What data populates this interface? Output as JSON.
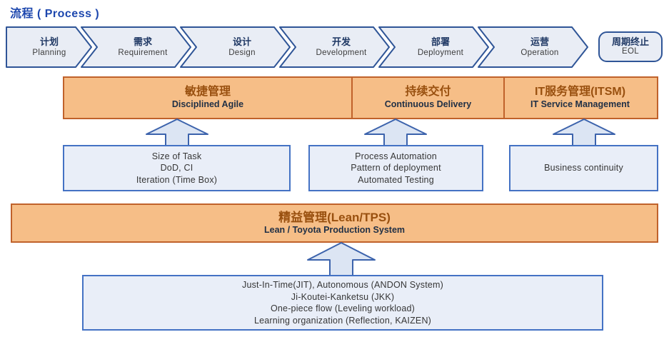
{
  "title": "流程 ( Process )",
  "flow": {
    "steps": [
      {
        "zh": "计划",
        "en": "Planning"
      },
      {
        "zh": "需求",
        "en": "Requirement"
      },
      {
        "zh": "设计",
        "en": "Design"
      },
      {
        "zh": "开发",
        "en": "Development"
      },
      {
        "zh": "部署",
        "en": "Deployment"
      },
      {
        "zh": "运营",
        "en": "Operation"
      }
    ],
    "eol": {
      "zh": "周期终止",
      "en": "EOL"
    }
  },
  "practice_band": {
    "sections": [
      {
        "zh": "敏捷管理",
        "en": "Disciplined Agile"
      },
      {
        "zh": "持续交付",
        "en": "Continuous Delivery"
      },
      {
        "zh": "IT服务管理(ITSM)",
        "en": "IT Service Management"
      }
    ]
  },
  "practice_boxes": [
    {
      "lines": [
        "Size of Task",
        "DoD, CI",
        "Iteration (Time Box)"
      ]
    },
    {
      "lines": [
        "Process Automation",
        "Pattern of deployment",
        "Automated Testing"
      ]
    },
    {
      "lines": [
        "Business continuity"
      ]
    }
  ],
  "lean_band": {
    "zh": "精益管理(Lean/TPS)",
    "en": "Lean / Toyota Production System"
  },
  "lean_box": {
    "lines": [
      "Just-In-Time(JIT), Autonomous (ANDON System)",
      "Ji-Koutei-Kanketsu (JKK)",
      "One-piece flow (Leveling workload)",
      "Learning organization (Reflection, KAIZEN)"
    ]
  },
  "colors": {
    "title_blue": "#1d47ae",
    "chevron_fill": "#e9edf5",
    "chevron_border": "#2f5597",
    "chinese_navy": "#1f3864",
    "orange_fill": "#f6be87",
    "orange_border": "#c0622b",
    "orange_text_brown": "#99500f",
    "bluebox_fill": "#e9eef8",
    "bluebox_border": "#4472c4",
    "arrow_fill": "#dce5f3",
    "arrow_border": "#3c63ac"
  }
}
